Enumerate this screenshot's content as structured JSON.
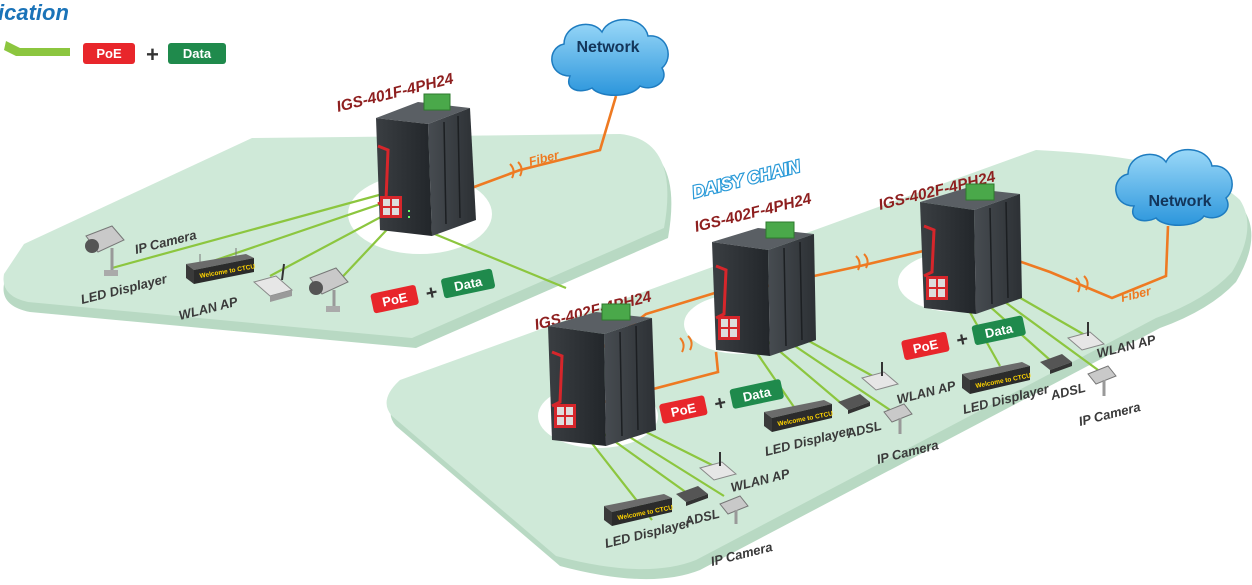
{
  "title": "ication",
  "legend": {
    "poe": "PoE",
    "plus": "+",
    "data": "Data"
  },
  "colors": {
    "poe_red": "#e8262b",
    "data_green": "#1f8a4c",
    "cable_green": "#8cc63f",
    "fiber_orange": "#ee7a22",
    "platform": "#cfe9d8",
    "cloud": "#45aee8",
    "model_text": "#8e1f1f",
    "daisy_blue": "#2a9ad8"
  },
  "left_scene": {
    "network": "Network",
    "fiber": "Fiber",
    "switch_model": "IGS-401F-4PH24",
    "ip_camera": "IP Camera",
    "led_displayer": "LED Displayer",
    "wlan_ap": "WLAN AP",
    "display_screen": "Welcome to CTCU",
    "poe": "PoE",
    "plus": "+",
    "data": "Data"
  },
  "right_scene": {
    "daisy_chain": "DAISY CHAIN",
    "network": "Network",
    "fiber": "Fiber",
    "switch1_model": "IGS-402F-4PH24",
    "switch2_model": "IGS-402F-4PH24",
    "switch3_model": "IGS-402F-4PH24",
    "poe": "PoE",
    "plus": "+",
    "data": "Data",
    "group1": {
      "led_displayer": "LED Displayer",
      "adsl": "ADSL",
      "wlan_ap": "WLAN AP",
      "ip_camera": "IP Camera",
      "display_screen": "Welcome to CTCU"
    },
    "group2": {
      "led_displayer": "LED Displayer",
      "adsl": "ADSL",
      "wlan_ap": "WLAN AP",
      "ip_camera": "IP Camera",
      "display_screen": "Welcome to CTCU"
    },
    "group3": {
      "led_displayer": "LED Displayer",
      "adsl": "ADSL",
      "wlan_ap": "WLAN AP",
      "ip_camera": "IP Camera",
      "display_screen": "Welcome to CTCU"
    }
  }
}
